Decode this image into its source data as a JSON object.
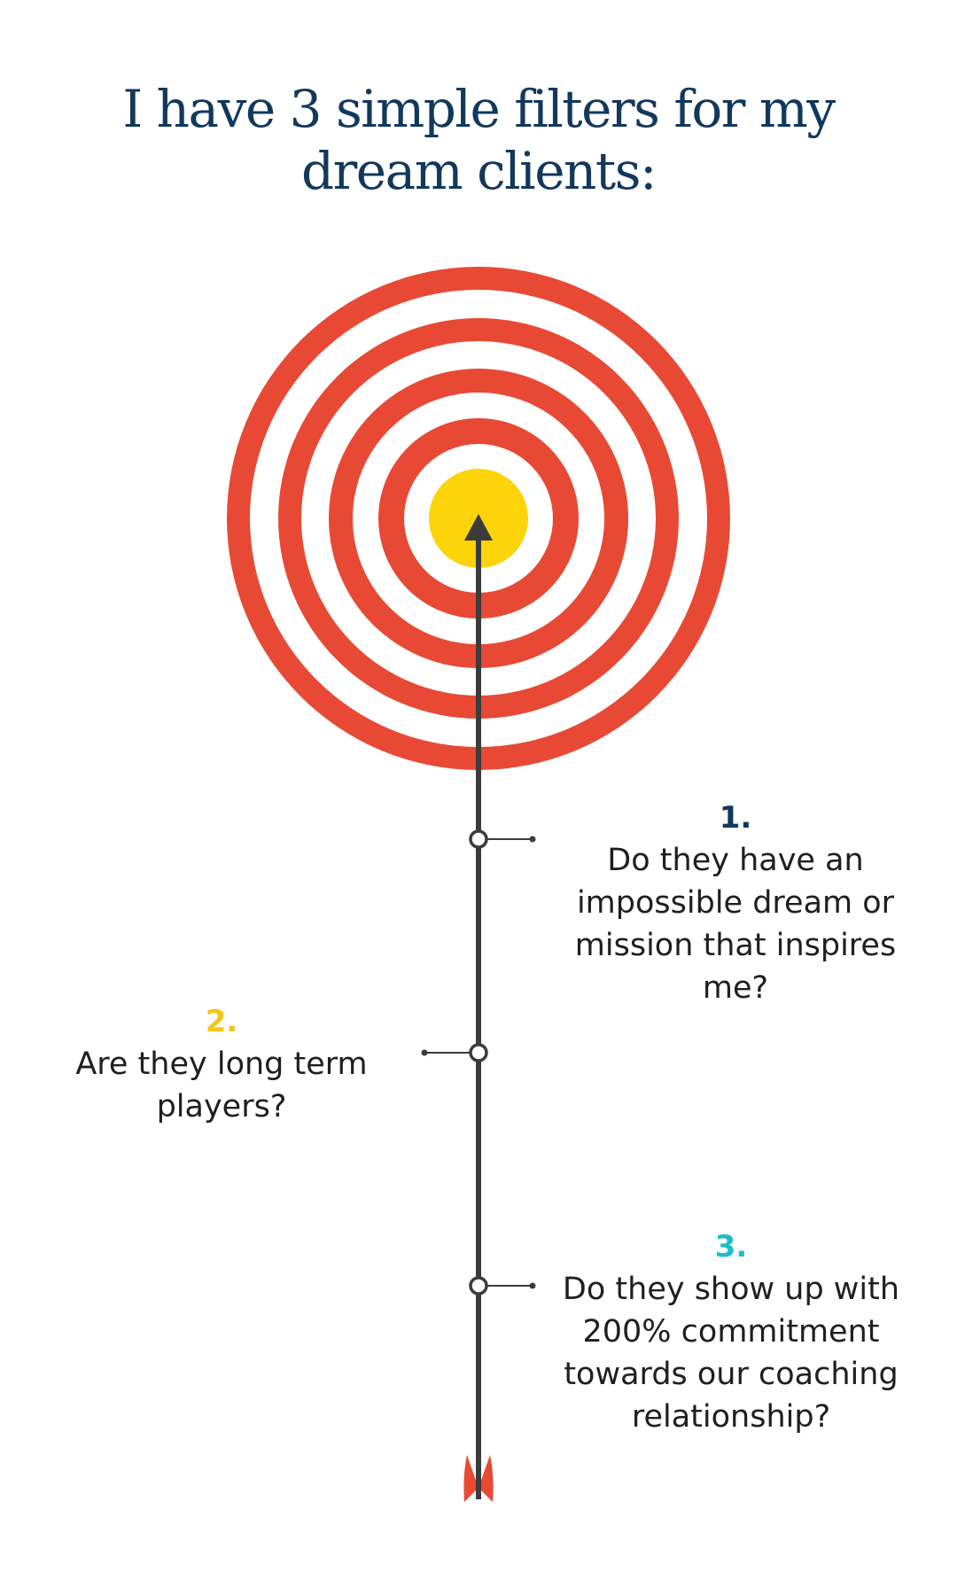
{
  "title": {
    "line1": "I have 3 simple filters for my",
    "line2": "dream clients:"
  },
  "colors": {
    "title": "#12385c",
    "ring": "#e84934",
    "bullseye": "#fdd30a",
    "arrow": "#3b3b3b",
    "fletching": "#e84934",
    "num1": "#12385c",
    "num2": "#f6c51a",
    "num3": "#1dbfc6"
  },
  "filters": [
    {
      "number": "1.",
      "lines": [
        "Do they have an",
        "impossible dream or",
        "mission that inspires",
        "me?"
      ]
    },
    {
      "number": "2.",
      "lines": [
        "Are they long term",
        "players?"
      ]
    },
    {
      "number": "3.",
      "lines": [
        "Do they show up with",
        "200% commitment",
        "towards our coaching",
        "relationship?"
      ]
    }
  ],
  "icons": {
    "target": "target-icon",
    "arrow": "arrow-icon"
  }
}
